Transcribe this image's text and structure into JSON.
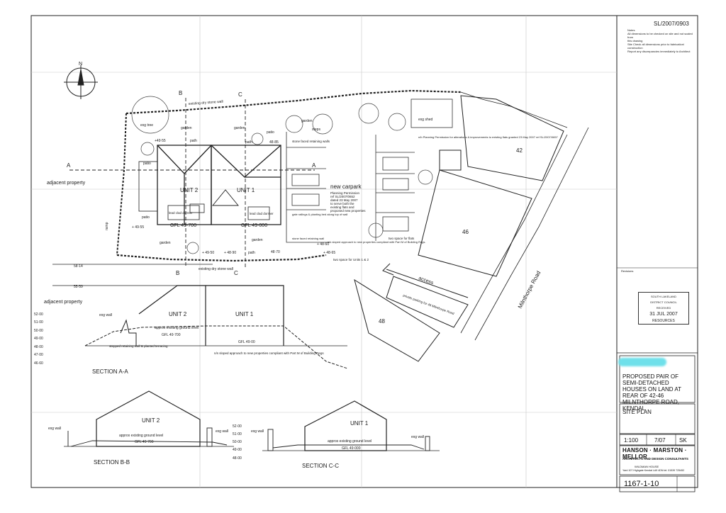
{
  "reference_number": "SL/2007/0903",
  "notes": [
    "Notes",
    "All dimensions to be checked on site and not scaled from",
    "this drawing",
    "Site Check all dimensions prior to fabrication/",
    "construction",
    "Report any discrepancies immediately to Architect"
  ],
  "north": "N",
  "section_markers": {
    "a": "A",
    "b": "B",
    "c": "C"
  },
  "plan": {
    "labels": {
      "adjacent_property": "adjacent property",
      "existing_dry_stone_wall": "existing dry stone wall",
      "garden": "garden",
      "patio": "patio",
      "path": "path",
      "unit_1": "UNIT 1",
      "unit_2": "UNIT 2",
      "lead_clad_dormer": "lead clad dormer",
      "gfl_unit_2": "GFL 49·700",
      "gfl_unit_1": "GFL 49·000",
      "existing_tree": "exg tree",
      "stone_faced_retaining_walls": "stone faced retaining walls",
      "gate_railings": "gate railings & planting bed along top of wall",
      "stone_faced_retaining_wall": "stone faced retaining wall",
      "steps": "steps",
      "car_park_title": "new carpark",
      "car_park_note": [
        "Planning Permission",
        "ref SL/2007/0652",
        "dated 23 May 2007",
        "to serve both the",
        "existing flats and",
        "proposed new properties"
      ],
      "sloped_approach": "n/s sloped approach to new properties compliant with Part M of Building Regs.",
      "two_spaces_units": "two space for Units 1 & 2",
      "two_spaces_flats": "two space for flats",
      "existing_shed": "exg shed",
      "planning_permission_note": "n/b Planning Permission for alterations & improvements to existing flats granted 23 May 2007 ref SL/2007/0657",
      "access": "access",
      "private_parking": "private parking for 48 Milnthorpe Road",
      "road": "Milnthorpe Road",
      "building_42": "42",
      "building_46": "46",
      "building_48": "48",
      "level_4955_top": "+49·55",
      "level_4955_bottom": "+ 49·55",
      "level_4885": "48·85",
      "level_4870": "48·70",
      "level_4860": "+ 48·60",
      "level_4865": "+ 48·65",
      "level_4850": "+ 49·50",
      "level_4890": "+ 48·90",
      "ramp": "ramp"
    }
  },
  "section_aa": {
    "title": "SECTION A-A",
    "adjacent_property": "adjacent property",
    "level_top_1": "58·14",
    "level_top_2": "55·59",
    "levels": [
      "52·00",
      "51·00",
      "50·00",
      "49·00",
      "48·00",
      "47·00",
      "46·60"
    ],
    "unit_1": "UNIT 1",
    "unit_2": "UNIT 2",
    "existing_wall": "exg wall",
    "ground_level": "approx existing ground level",
    "gfl_unit_2": "GFL 49·700",
    "gfl_unit_1": "GFL 49·00",
    "retaining_wall": "stepped retaining wall & planted terracing",
    "sloped_approach": "n/s sloped approach to new properties compliant with Part M of Building Regs"
  },
  "section_bb": {
    "title": "SECTION B-B",
    "unit": "UNIT 2",
    "existing_wall": "exg wall",
    "ground_level": "approx existing ground level",
    "gfl": "GFL 49·700"
  },
  "section_cc": {
    "title": "SECTION C-C",
    "unit": "UNIT 1",
    "existing_wall_left": "exg wall",
    "existing_wall_right": "exg wall",
    "ground_level": "approx existing ground level",
    "gfl": "GFL 49·000",
    "levels": [
      "52·00",
      "51·00",
      "50·00",
      "49·00",
      "48·00"
    ]
  },
  "title_block": {
    "revisions_label": "Revisions",
    "stamp_lines": [
      "SOUTH LAKELAND",
      "DISTRICT COUNCIL",
      "RECEIVED"
    ],
    "stamp_date": "31 JUL 2007",
    "stamp_dept": "RESOURCES",
    "project": "PROPOSED PAIR OF SEMI-DETACHED HOUSES ON LAND AT REAR OF 42-46 MILNTHORPE ROAD, KENDAL",
    "sheet_title": "SITE PLAN",
    "scale": "1:100",
    "date": "7/07",
    "drawn_by": "SK",
    "firm": "HANSON · MARSTON · MELLOR",
    "firm_subtitle": "ARCHITECTS AND DESIGN CONSULTANTS",
    "address_line_1": "WILDMAN HOUSE",
    "address_line_2": "Yard 107 Highgate Kendal LA9 4DN tel. 01539 725452",
    "drawing_number": "1167-1-10"
  }
}
